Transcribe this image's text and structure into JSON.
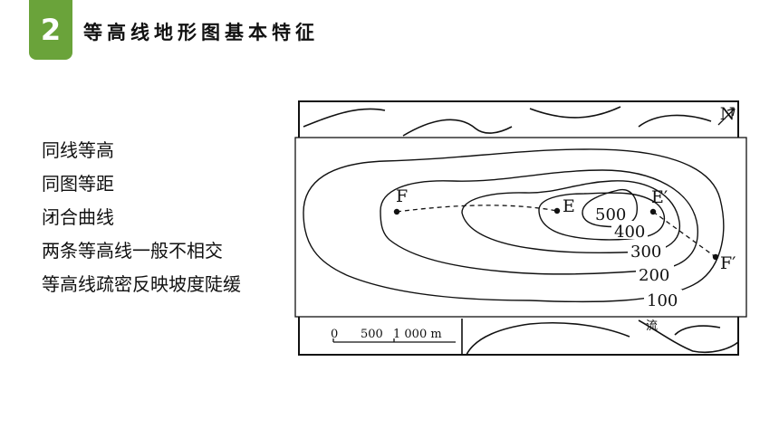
{
  "section": {
    "number": "2",
    "title": "等高线地形图基本特征"
  },
  "features": [
    "同线等高",
    "同图等距",
    "闭合曲线",
    "两条等高线一般不相交",
    "等高线疏密反映坡度陡缓"
  ],
  "map": {
    "north_label": "N",
    "points": {
      "F": "F",
      "E": "E",
      "E_prime": "E′",
      "F_prime": "F′"
    },
    "contours": [
      "500",
      "400",
      "300",
      "200",
      "100"
    ],
    "scale_bar": {
      "zero": "0",
      "mid": "500",
      "end": "1 000 m"
    },
    "river_label": "流"
  }
}
